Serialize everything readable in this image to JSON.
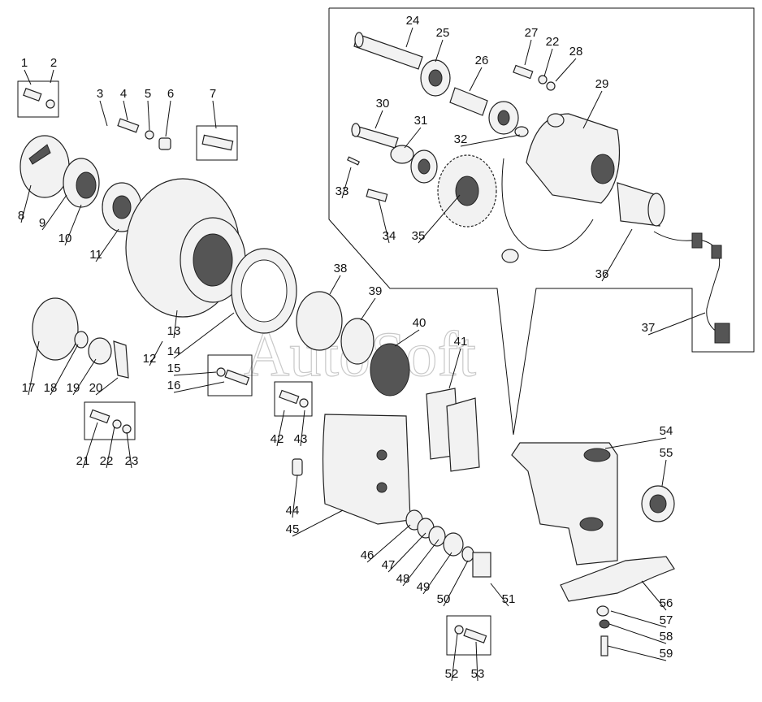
{
  "watermark": "AutoSoft",
  "callouts": [
    "1",
    "2",
    "3",
    "4",
    "5",
    "6",
    "7",
    "8",
    "9",
    "10",
    "11",
    "12",
    "13",
    "14",
    "15",
    "16",
    "17",
    "18",
    "19",
    "20",
    "21",
    "22",
    "23",
    "24",
    "25",
    "26",
    "27",
    "22",
    "28",
    "29",
    "30",
    "31",
    "32",
    "33",
    "34",
    "35",
    "36",
    "37",
    "38",
    "39",
    "40",
    "41",
    "42",
    "43",
    "44",
    "45",
    "46",
    "47",
    "48",
    "49",
    "50",
    "51",
    "52",
    "53",
    "54",
    "55",
    "56",
    "57",
    "58",
    "59"
  ]
}
